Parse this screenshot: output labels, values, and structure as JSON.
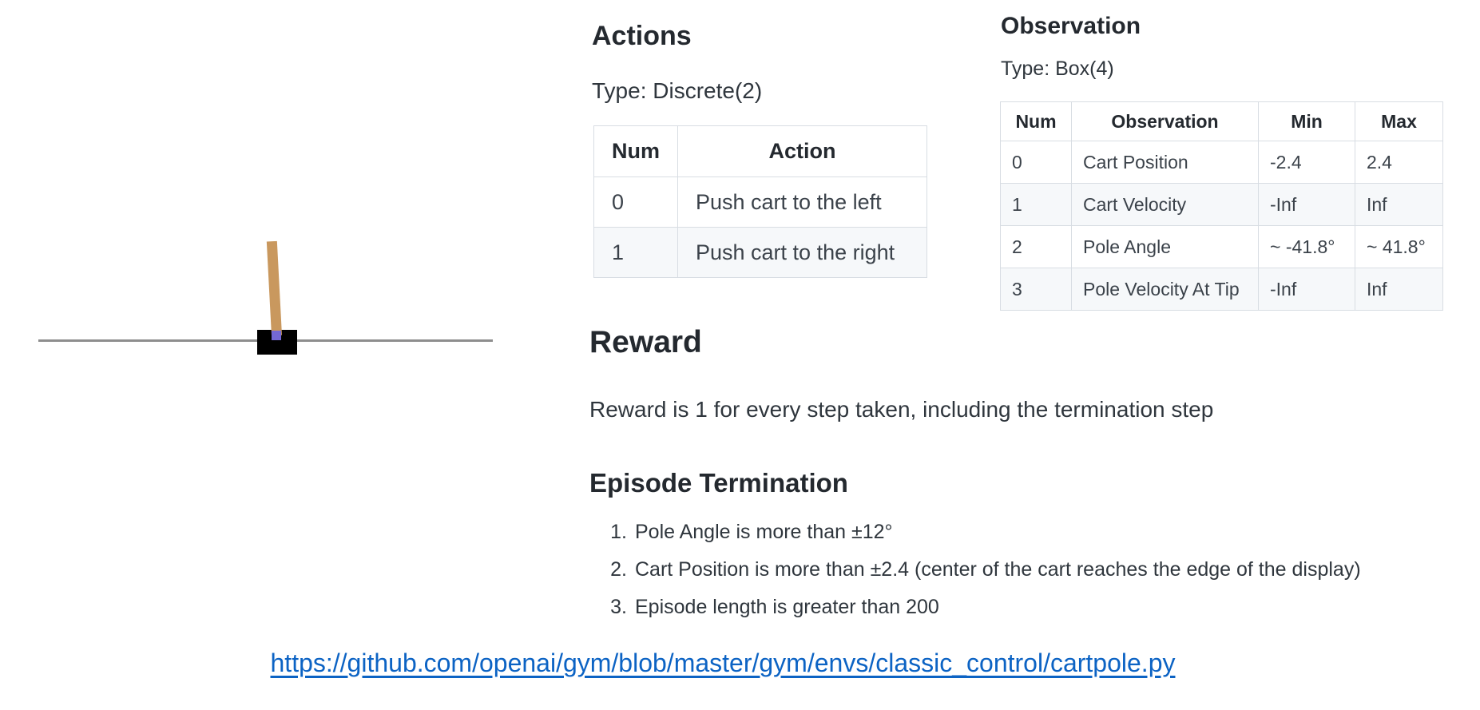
{
  "cartpole": {
    "description": "cartpole-environment-render",
    "pole_color": "#c9985e",
    "cart_color": "#000000",
    "axle_color": "#7468d4",
    "track_color": "#8e8e8e"
  },
  "actions_section": {
    "heading": "Actions",
    "type_line": "Type: Discrete(2)",
    "table": {
      "headers": [
        "Num",
        "Action"
      ],
      "rows": [
        [
          "0",
          "Push cart to the left"
        ],
        [
          "1",
          "Push cart to the right"
        ]
      ]
    }
  },
  "observation_section": {
    "heading": "Observation",
    "type_line": "Type: Box(4)",
    "table": {
      "headers": [
        "Num",
        "Observation",
        "Min",
        "Max"
      ],
      "rows": [
        [
          "0",
          "Cart Position",
          "-2.4",
          "2.4"
        ],
        [
          "1",
          "Cart Velocity",
          "-Inf",
          "Inf"
        ],
        [
          "2",
          "Pole Angle",
          "~ -41.8°",
          "~ 41.8°"
        ],
        [
          "3",
          "Pole Velocity At Tip",
          "-Inf",
          "Inf"
        ]
      ]
    }
  },
  "reward_section": {
    "heading": "Reward",
    "body": "Reward is 1 for every step taken, including the termination step"
  },
  "termination_section": {
    "heading": "Episode Termination",
    "items": [
      {
        "number": "1.",
        "text": "Pole Angle is more than ±12°"
      },
      {
        "number": "2.",
        "text": "Cart Position is more than ±2.4 (center of the cart reaches the edge of the display)"
      },
      {
        "number": "3.",
        "text": "Episode length is greater than 200"
      }
    ]
  },
  "footer": {
    "link_text": "https://github.com/openai/gym/blob/master/gym/envs/classic_control/cartpole.py",
    "link_color": "#0c63c4"
  }
}
